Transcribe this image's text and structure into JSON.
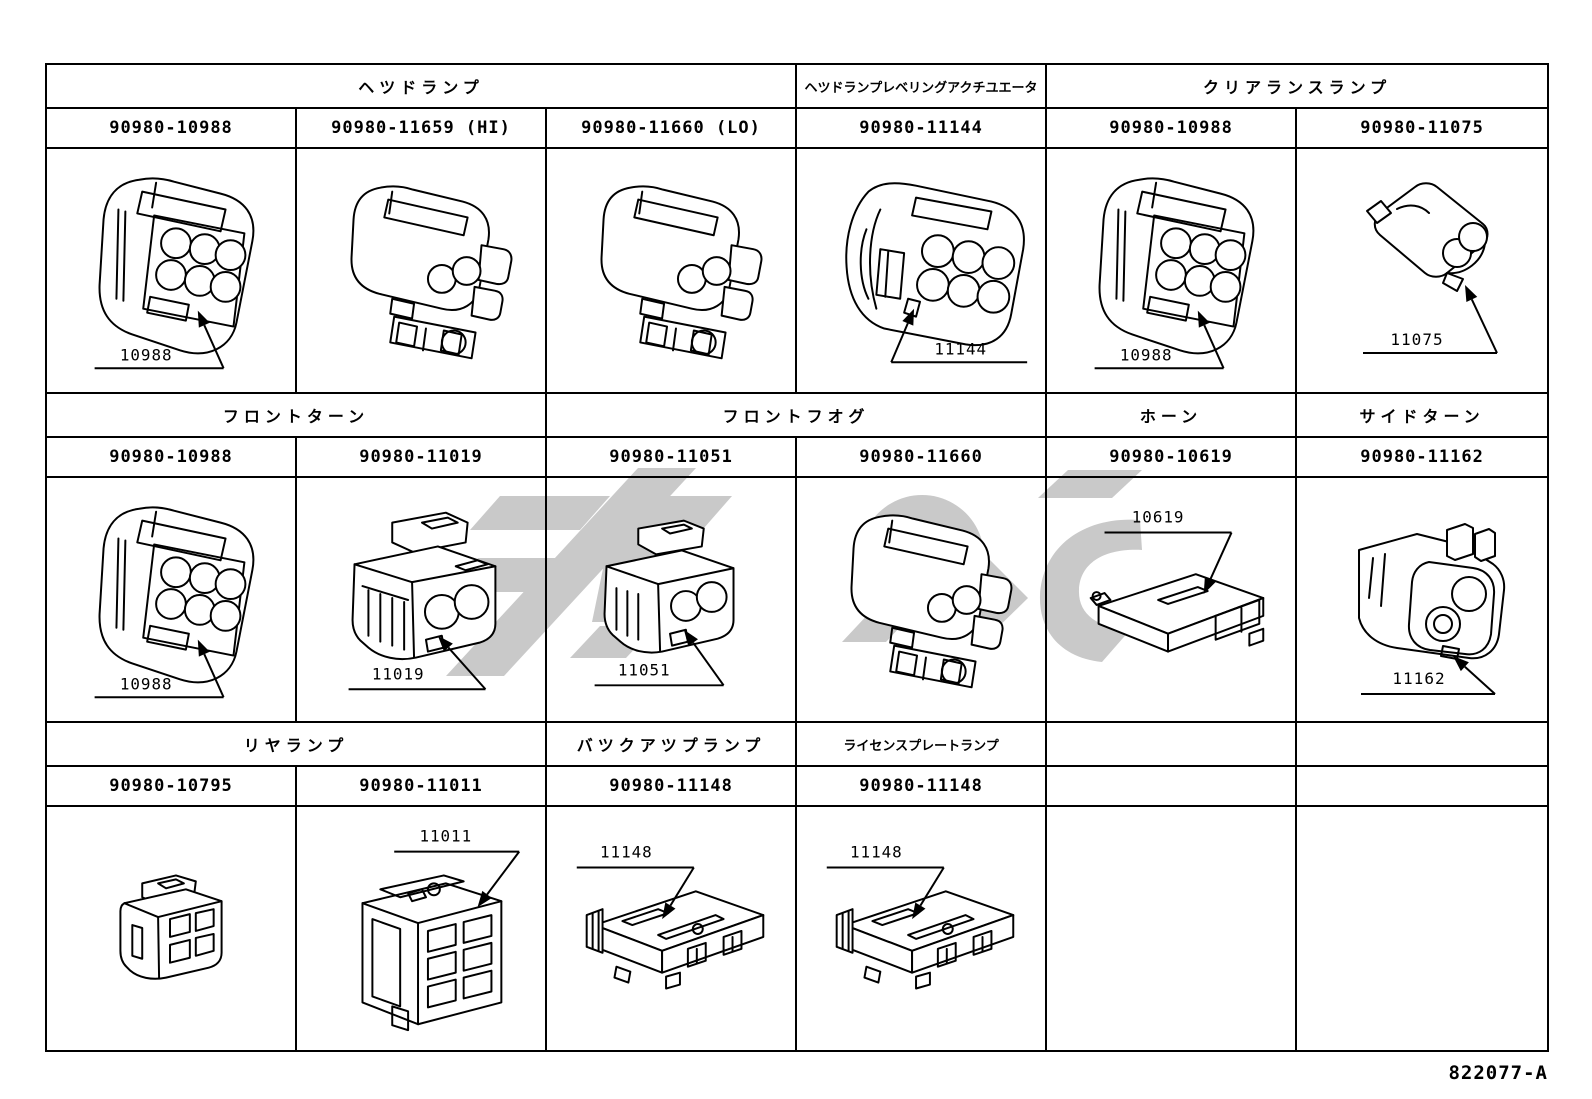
{
  "page": {
    "footer_code": "822077-A"
  },
  "watermark": {
    "name": "vendor-logo-watermark",
    "color": "#c9c9c9"
  },
  "table": {
    "sections": [
      {
        "headers": [
          {
            "label": "ヘツドランプ",
            "span": 3
          },
          {
            "label": "ヘツドランプレベリングアクチユエータ",
            "span": 1
          },
          {
            "label": "クリアランスランプ",
            "span": 2
          }
        ],
        "part_numbers": [
          "90980-10988",
          "90980-11659 (HI)",
          "90980-11660 (LO)",
          "90980-11144",
          "90980-10988",
          "90980-11075"
        ],
        "figures": [
          {
            "shape": "round-6pin",
            "callout": "10988"
          },
          {
            "shape": "hilo-2pin",
            "callout": ""
          },
          {
            "shape": "hilo-2pin",
            "callout": ""
          },
          {
            "shape": "round-6pin-right",
            "callout": "11144"
          },
          {
            "shape": "round-6pin",
            "callout": "10988"
          },
          {
            "shape": "cyl-2pin",
            "callout": "11075"
          }
        ]
      },
      {
        "headers": [
          {
            "label": "フロントターン",
            "span": 2
          },
          {
            "label": "フロントフオグ",
            "span": 2
          },
          {
            "label": "ホーン",
            "span": 1
          },
          {
            "label": "サイドターン",
            "span": 1
          }
        ],
        "part_numbers": [
          "90980-10988",
          "90980-11019",
          "90980-11051",
          "90980-11660",
          "90980-10619",
          "90980-11162"
        ],
        "figures": [
          {
            "shape": "round-6pin",
            "callout": "10988"
          },
          {
            "shape": "box-2pin",
            "callout": "11019"
          },
          {
            "shape": "box-2pin-sm",
            "callout": "11051"
          },
          {
            "shape": "hilo-2pin",
            "callout": ""
          },
          {
            "shape": "flat-horn",
            "callout": "10619"
          },
          {
            "shape": "side-2pin",
            "callout": "11162"
          }
        ]
      },
      {
        "headers": [
          {
            "label": "リヤランプ",
            "span": 2
          },
          {
            "label": "バツクアツプランプ",
            "span": 1
          },
          {
            "label": "ライセンスプレートランプ",
            "span": 1
          },
          {
            "label": "",
            "span": 1
          },
          {
            "label": "",
            "span": 1
          }
        ],
        "part_numbers": [
          "90980-10795",
          "90980-11011",
          "90980-11148",
          "90980-11148",
          "",
          ""
        ],
        "figures": [
          {
            "shape": "square-4pin",
            "callout": ""
          },
          {
            "shape": "box-6pin",
            "callout": "11011"
          },
          {
            "shape": "rect-2pin",
            "callout": "11148"
          },
          {
            "shape": "rect-2pin",
            "callout": "11148"
          },
          {
            "shape": "",
            "callout": ""
          },
          {
            "shape": "",
            "callout": ""
          }
        ]
      }
    ]
  }
}
